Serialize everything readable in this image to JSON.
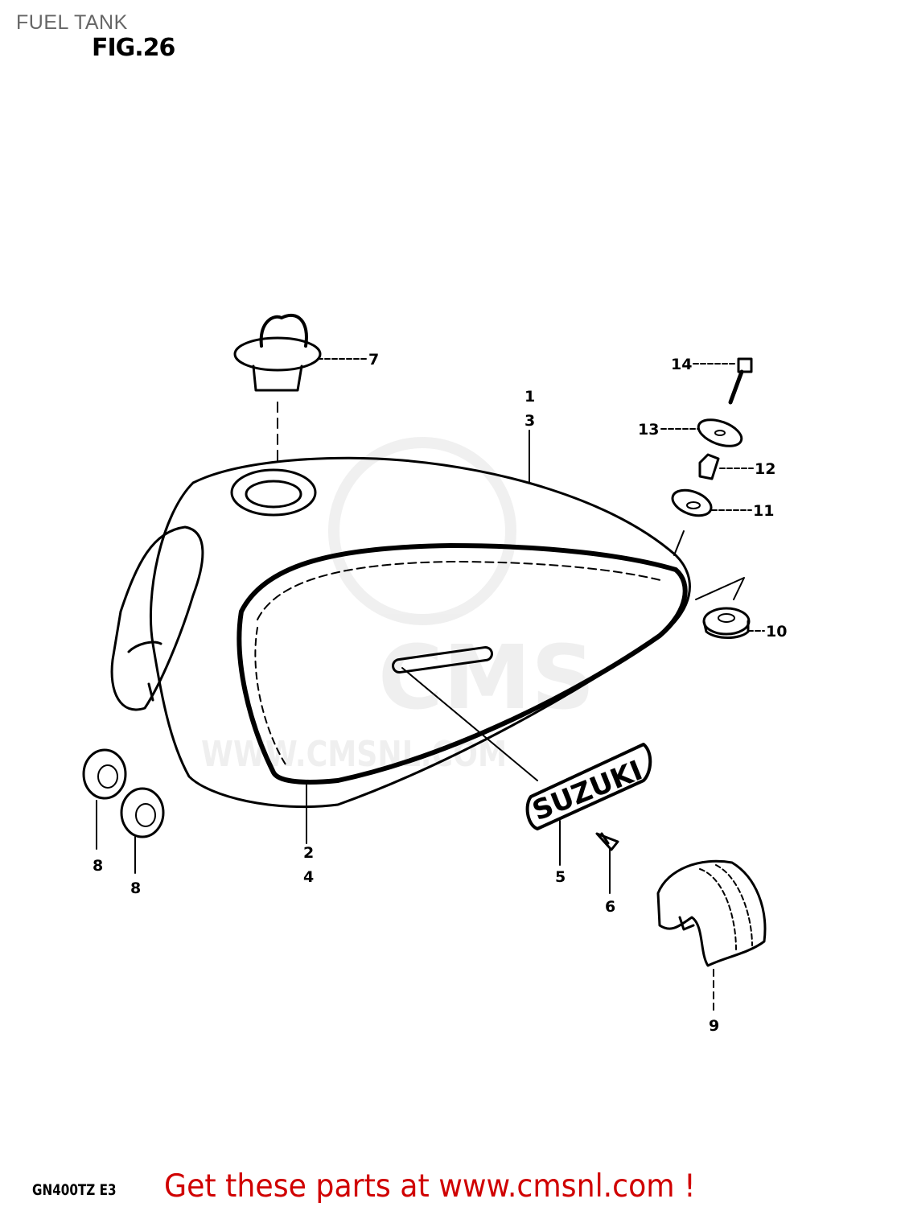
{
  "header": {
    "title": "FUEL TANK",
    "figure": "FIG.26"
  },
  "footer": {
    "model_code": "GN400TZ E3",
    "promo": "Get these parts at www.cmsnl.com !"
  },
  "watermark": {
    "text": "WWW.CMSNL.COM",
    "logo": "CMS"
  },
  "emblem": {
    "text": "SUZUKI"
  },
  "colors": {
    "promo": "#d00000",
    "title": "#666666",
    "line": "#000000"
  },
  "callouts": [
    {
      "id": "c7",
      "label": "7"
    },
    {
      "id": "c14",
      "label": "14"
    },
    {
      "id": "c1",
      "label": "1"
    },
    {
      "id": "c3",
      "label": "3"
    },
    {
      "id": "c13",
      "label": "13"
    },
    {
      "id": "c12",
      "label": "12"
    },
    {
      "id": "c11",
      "label": "11"
    },
    {
      "id": "c10",
      "label": "10"
    },
    {
      "id": "c8a",
      "label": "8"
    },
    {
      "id": "c8b",
      "label": "8"
    },
    {
      "id": "c2",
      "label": "2"
    },
    {
      "id": "c4",
      "label": "4"
    },
    {
      "id": "c5",
      "label": "5"
    },
    {
      "id": "c6",
      "label": "6"
    },
    {
      "id": "c9",
      "label": "9"
    }
  ]
}
